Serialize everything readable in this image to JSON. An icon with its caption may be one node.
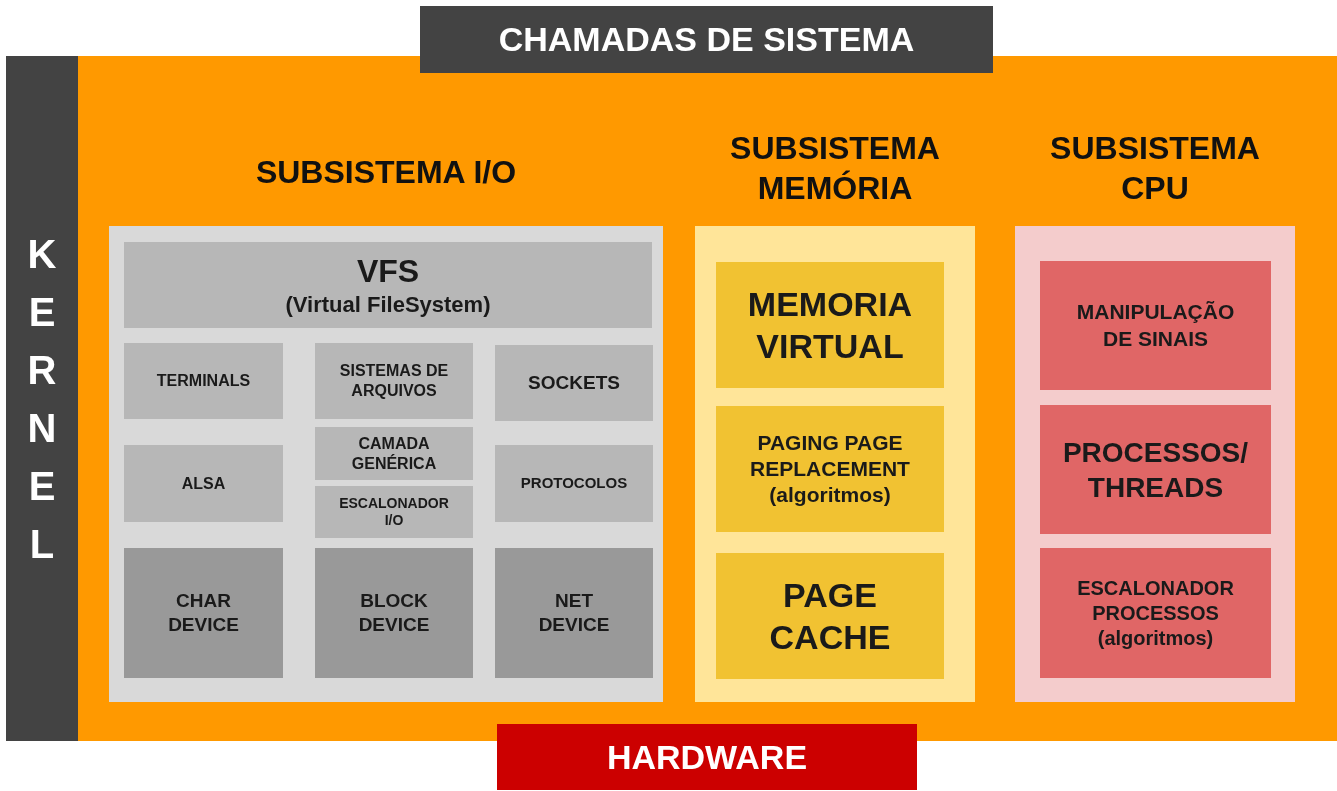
{
  "diagram": {
    "nodes": [
      {
        "text": [
          "CHAMADAS DE SISTEMA"
        ]
      },
      {
        "text": [
          "KERNEL"
        ]
      },
      {
        "text": [],
        "shape": "box"
      },
      {
        "text": [
          "SUBSISTEMA I/O"
        ],
        "in": 2
      },
      {
        "text": [
          "VFS",
          "(Virtual FileSystem)"
        ],
        "in": 3
      },
      {
        "text": [
          "TERMINALS"
        ],
        "in": 3
      },
      {
        "text": [
          "SISTEMAS DE ARQUIVOS"
        ],
        "in": 3
      },
      {
        "text": [
          "SOCKETS"
        ],
        "in": 3
      },
      {
        "text": [
          "ALSA"
        ],
        "in": 3
      },
      {
        "text": [
          "CAMADA GENÉRICA"
        ],
        "in": 3
      },
      {
        "text": [
          "PROTOCOLOS"
        ],
        "in": 3
      },
      {
        "text": [
          "ESCALONADOR I/O"
        ],
        "in": 3
      },
      {
        "text": [
          "CHAR DEVICE"
        ],
        "in": 3
      },
      {
        "text": [
          "BLOCK DEVICE"
        ],
        "in": 3
      },
      {
        "text": [
          "NET DEVICE"
        ],
        "in": 3
      },
      {
        "text": [
          "SUBSISTEMA MEMÓRIA"
        ],
        "in": 2
      },
      {
        "text": [
          "MEMORIA VIRTUAL"
        ],
        "in": 15
      },
      {
        "text": [
          "PAGING PAGE REPLACEMENT (algoritmos)"
        ],
        "in": 15
      },
      {
        "text": [
          "PAGE CACHE"
        ],
        "in": 15
      },
      {
        "text": [
          "SUBSISTEMA CPU"
        ],
        "in": 2
      },
      {
        "text": [
          "MANIPULAÇÃO DE SINAIS"
        ],
        "in": 19
      },
      {
        "text": [
          "PROCESSOS/ THREADS"
        ],
        "in": 19
      },
      {
        "text": [
          "ESCALONADOR PROCESSOS (algoritmos)"
        ],
        "in": 19
      },
      {
        "text": [
          "HARDWARE"
        ]
      }
    ]
  }
}
